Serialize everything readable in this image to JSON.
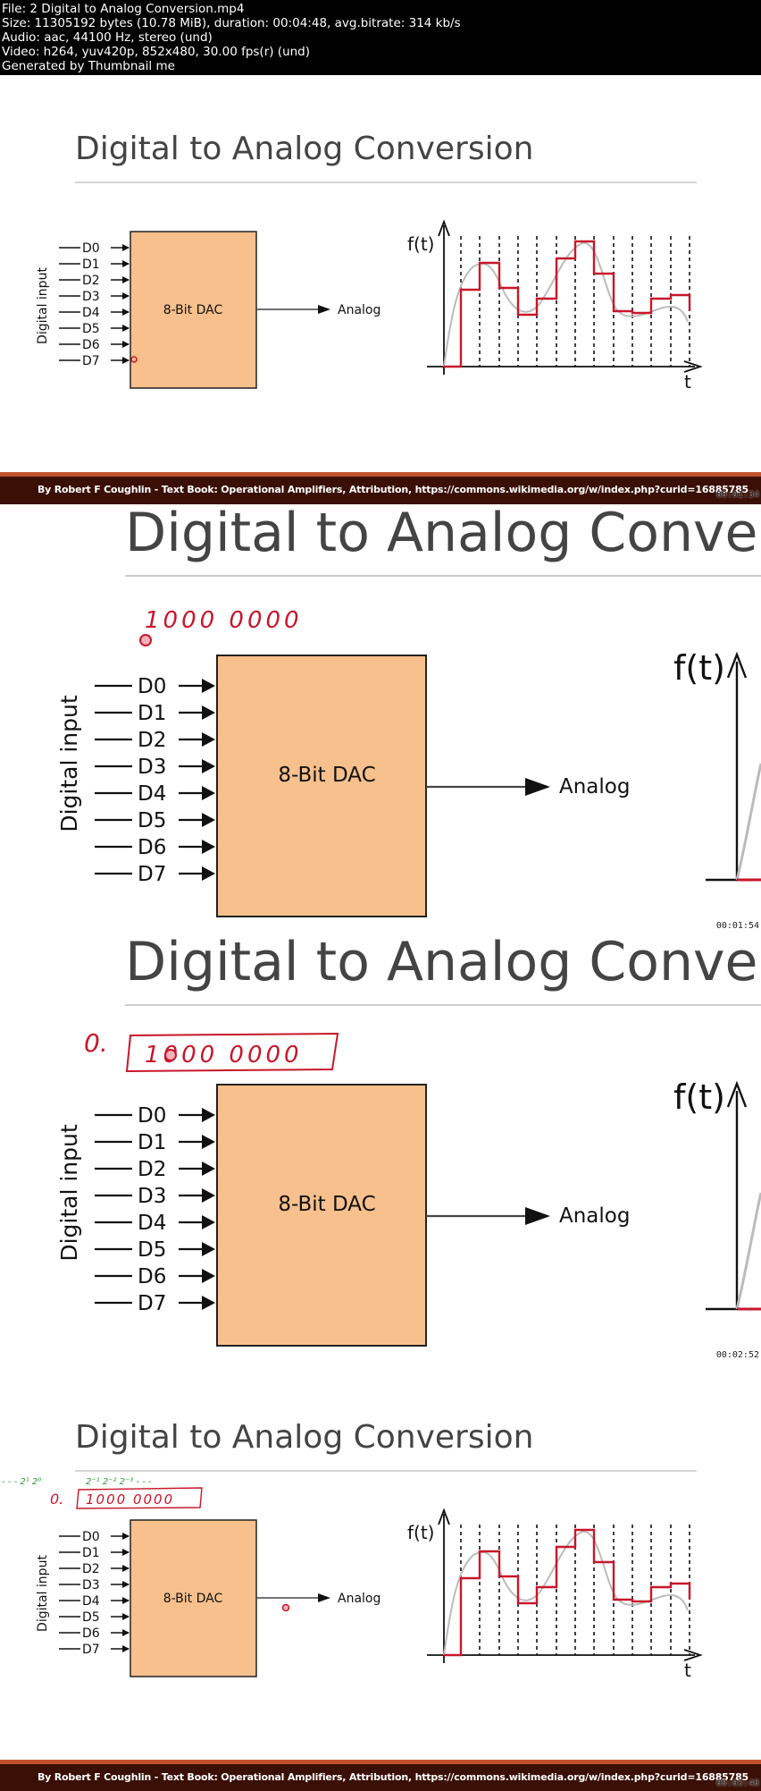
{
  "info": {
    "file": "File: 2 Digital to Analog Conversion.mp4",
    "size": "Size: 11305192 bytes (10.78 MiB), duration: 00:04:48, avg.bitrate: 314 kb/s",
    "audio": "Audio: aac, 44100 Hz, stereo (und)",
    "video": "Video: h264, yuv420p, 852x480, 30.00 fps(r) (und)",
    "generator": "Generated by Thumbnail me"
  },
  "slide": {
    "title": "Digital to Analog Conversion",
    "side_label": "Digital input",
    "inputs": [
      "D0",
      "D1",
      "D2",
      "D3",
      "D4",
      "D5",
      "D6",
      "D7"
    ],
    "dac_label": "8-Bit DAC",
    "output_label": "Analog",
    "graph_y_label": "f(t)",
    "graph_x_label": "t",
    "attribution": "By Robert F Coughlin - Text Book: Operational Amplifiers, Attribution, https://commons.wikimedia.org/w/index.php?curid=16885785"
  },
  "annotations": {
    "binary": "1000 0000",
    "prefix": "0.",
    "powers": "- - - 2¹ 2⁰",
    "neg_powers": "2⁻¹ 2⁻² 2⁻³ - - -"
  },
  "timestamps": [
    "00:01:34",
    "00:01:54",
    "00:02:52",
    "00:03:48"
  ],
  "colors": {
    "dac_fill": "#f7c08c",
    "signal_red": "#c8162a",
    "curve_gray": "#bbbbbb",
    "footer_bg": "#3a0f06",
    "footer_stripe": "#c0522a",
    "annotation_green": "#2a9a3a"
  }
}
